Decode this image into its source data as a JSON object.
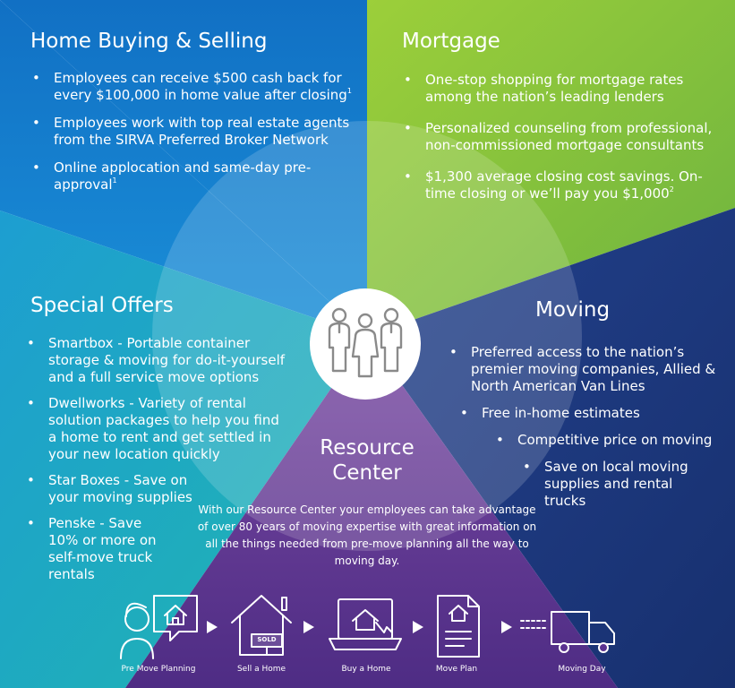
{
  "colors": {
    "home_buying_blue": "#1377c9",
    "mortgage_green": "#86c23d",
    "moving_navy": "#1d3b80",
    "special_teal": "#1aa7bd",
    "resource_purple": "#6f3c98"
  },
  "home_buying": {
    "title": "Home Buying & Selling",
    "items": [
      {
        "text": "Employees can receive $500 cash back for every $100,000 in home value after closing",
        "sup": "1"
      },
      {
        "text": "Employees work with top real estate agents from the SIRVA Preferred Broker Network",
        "sup": ""
      },
      {
        "text": "Online applocation and same-day pre-approval",
        "sup": "1"
      }
    ]
  },
  "mortgage": {
    "title": "Mortgage",
    "items": [
      {
        "text": "One-stop shopping for mortgage rates among the nation’s leading lenders",
        "sup": ""
      },
      {
        "text": "Personalized counseling from professional, non-commissioned mortgage consultants",
        "sup": ""
      },
      {
        "text": "$1,300 average closing cost savings. On-time closing or we’ll pay you $1,000",
        "sup": "2"
      }
    ]
  },
  "special_offers": {
    "title": "Special Offers",
    "items": [
      {
        "name": "Smartbox",
        "desc": "Portable container storage & moving for do-it-yourself and a full service move options"
      },
      {
        "name": "Dwellworks",
        "desc": "Variety of rental solution packages to help you find a home to rent and get settled in your new location quickly"
      },
      {
        "name": "Star Boxes",
        "desc": "Save on your moving supplies"
      },
      {
        "name": "Penske",
        "desc": "Save 10% or more on self-move truck rentals"
      }
    ]
  },
  "moving": {
    "title": "Moving",
    "items": [
      "Preferred access to the nation’s premier moving companies, Allied & North American Van Lines",
      "Free in-home estimates",
      "Competitive price on moving",
      "Save on local moving supplies and rental trucks"
    ]
  },
  "resource_center": {
    "title_line1": "Resource",
    "title_line2": "Center",
    "description": "With our Resource Center your employees can take advantage of over 80 years of moving expertise with great information on all the things needed from pre-move planning all the way to moving day."
  },
  "center_icon": "people-group-icon",
  "steps": [
    {
      "label": "Pre Move Planning",
      "icon": "person-thinking-home-icon"
    },
    {
      "label": "Sell a Home",
      "icon": "sold-house-icon",
      "sign": "SOLD"
    },
    {
      "label": "Buy a Home",
      "icon": "laptop-house-icon"
    },
    {
      "label": "Move Plan",
      "icon": "document-house-icon"
    },
    {
      "label": "Moving Day",
      "icon": "moving-truck-icon"
    }
  ]
}
